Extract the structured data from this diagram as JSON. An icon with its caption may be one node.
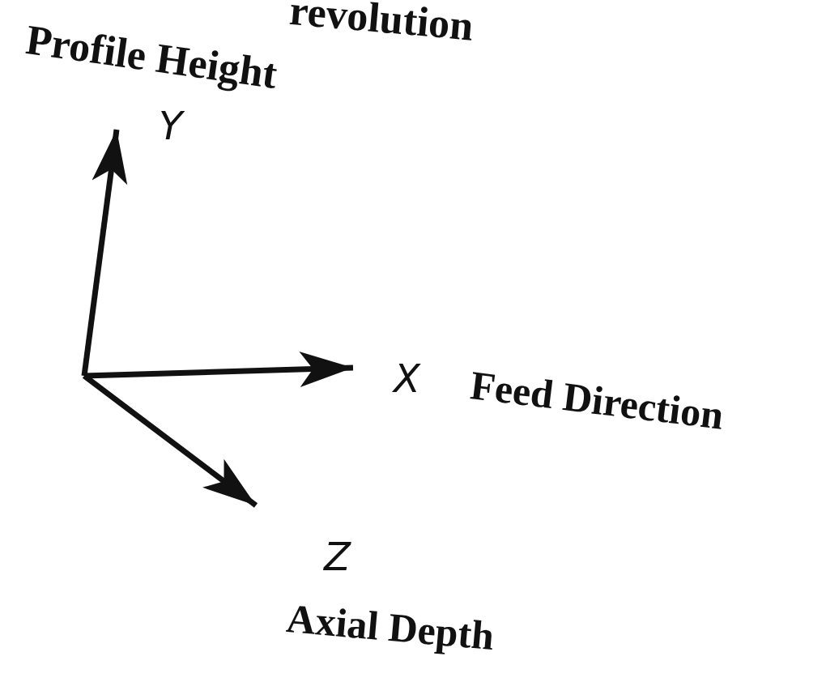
{
  "diagram": {
    "labels": [
      "revolution",
      "Profile Height",
      "Y",
      "X",
      "Feed Direction",
      "Z",
      "Axial Depth"
    ]
  }
}
